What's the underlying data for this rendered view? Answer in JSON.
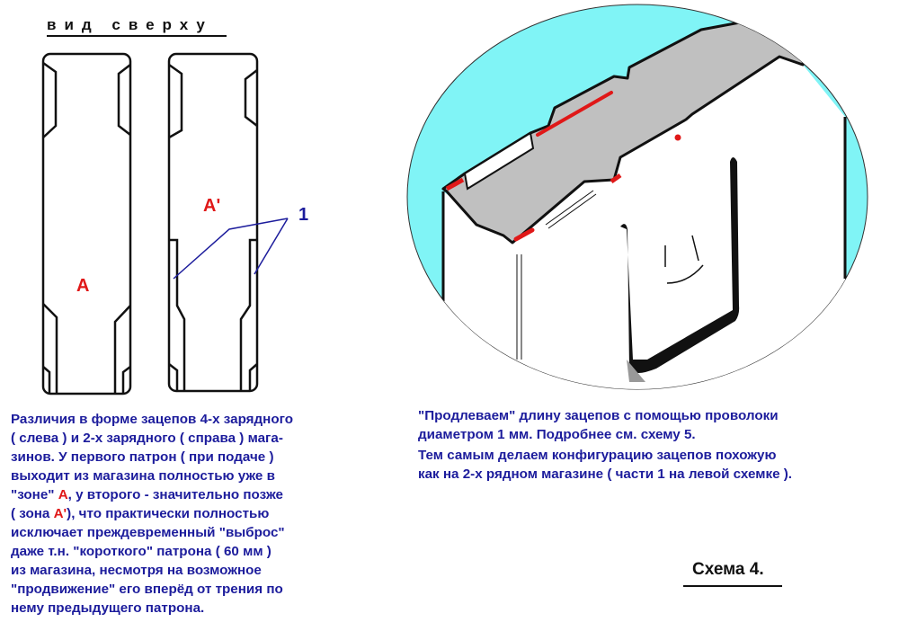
{
  "title": "вид сверху",
  "labels": {
    "zone_a": "A",
    "zone_a_prime": "A'",
    "part_1": "1"
  },
  "left_text": {
    "lines": [
      "Различия в форме зацепов 4-х зарядного",
      "( слева ) и 2-х зарядного ( справа ) мага-",
      "зинов. У первого патрон ( при подаче )",
      "выходит из магазина полностью уже в",
      "\"зоне\" ",
      ", у второго - значительно позже",
      "( зона ",
      "), что практически полностью",
      "исключает преждевременный \"выброс\"",
      "даже т.н. \"короткого\" патрона ( 60 мм )",
      "из магазина, несмотря на возможное",
      "\"продвижение\" его вперёд от трения по",
      "нему предыдущего патрона."
    ],
    "zone_a": "A",
    "zone_a_prime": "A'"
  },
  "right_text": {
    "lines": [
      "\"Продлеваем\" длину зацепов с помощью проволоки",
      "диаметром 1 мм. Подробнее см. схему 5.",
      "Тем самым делаем конфигурацию зацепов похожую",
      "как на 2-х рядном магазине ( части 1 на левой схемке )."
    ]
  },
  "scheme_label": "Схема 4.",
  "colors": {
    "text": "#1c1c9c",
    "accent": "#e01818",
    "sky": "#80f4f6",
    "gray": "#c0c0c0"
  }
}
